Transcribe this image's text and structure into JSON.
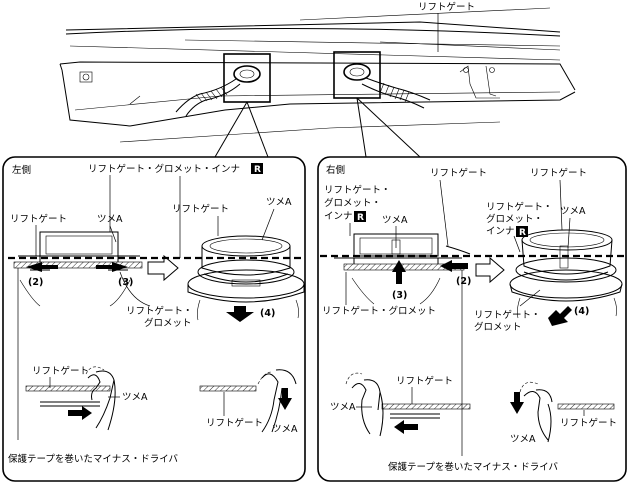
{
  "top": {
    "liftgate_label": "リフトゲート"
  },
  "left_panel": {
    "side_label": "左側",
    "inner_grommet_label": "リフトゲート・グロメット・インナ",
    "r_badge": "R",
    "liftgate_left": "リフトゲート",
    "claw_left": "ツメA",
    "liftgate_center": "リフトゲート",
    "claw_right": "ツメA",
    "step2": "(2)",
    "step3": "(3)",
    "grommet_label": "リフトゲート・\nグロメット",
    "step4": "(4)",
    "detail_liftgate": "リフトゲート",
    "detail_claw": "ツメA",
    "detail2_liftgate": "リフトゲート",
    "detail2_claw": "ツメA",
    "screwdriver": "保護テープを巻いたマイナス・ドライバ"
  },
  "right_panel": {
    "side_label": "右側",
    "liftgate_top": "リフトゲート",
    "inner_label_1": "リフトゲート・",
    "inner_label_2": "グロメット・",
    "inner_label_3": "インナ",
    "r_badge": "R",
    "claw": "ツメA",
    "liftgate_right": "リフトゲート",
    "inner2_label_1": "リフトゲート・",
    "inner2_label_2": "グロメット・",
    "inner2_label_3": "インナ",
    "r_badge2": "R",
    "claw2": "ツメA",
    "step3": "(3)",
    "step2": "(2)",
    "grommet_label": "リフトゲート・グロメット",
    "grommet2_label_1": "リフトゲート・",
    "grommet2_label_2": "グロメット",
    "step4": "(4)",
    "detail_liftgate": "リフトゲート",
    "detail_claw": "ツメA",
    "detail2_claw": "ツメA",
    "detail2_liftgate": "リフトゲート",
    "screwdriver": "保護テープを巻いたマイナス・ドライバ"
  }
}
